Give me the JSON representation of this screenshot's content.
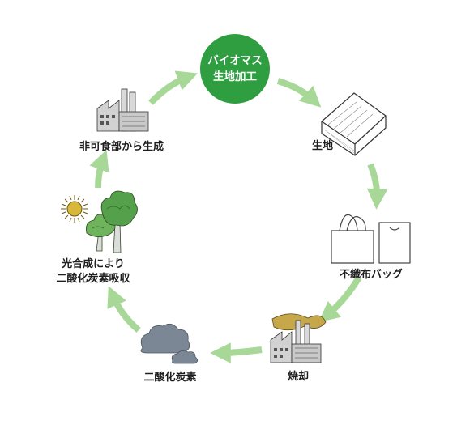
{
  "cycle": {
    "center": {
      "line1": "バイオマス",
      "line2": "生地加工",
      "color": "#2e9e41"
    },
    "arrow_color": "#a8d897",
    "steps": {
      "fabric": "生地",
      "nonwoven_bag": "不織布バッグ",
      "incineration": "焼却",
      "co2": "二酸化炭素",
      "photosynthesis_line1": "光合成により",
      "photosynthesis_line2": "二酸化炭素吸収",
      "production": "非可食部から生成"
    }
  }
}
